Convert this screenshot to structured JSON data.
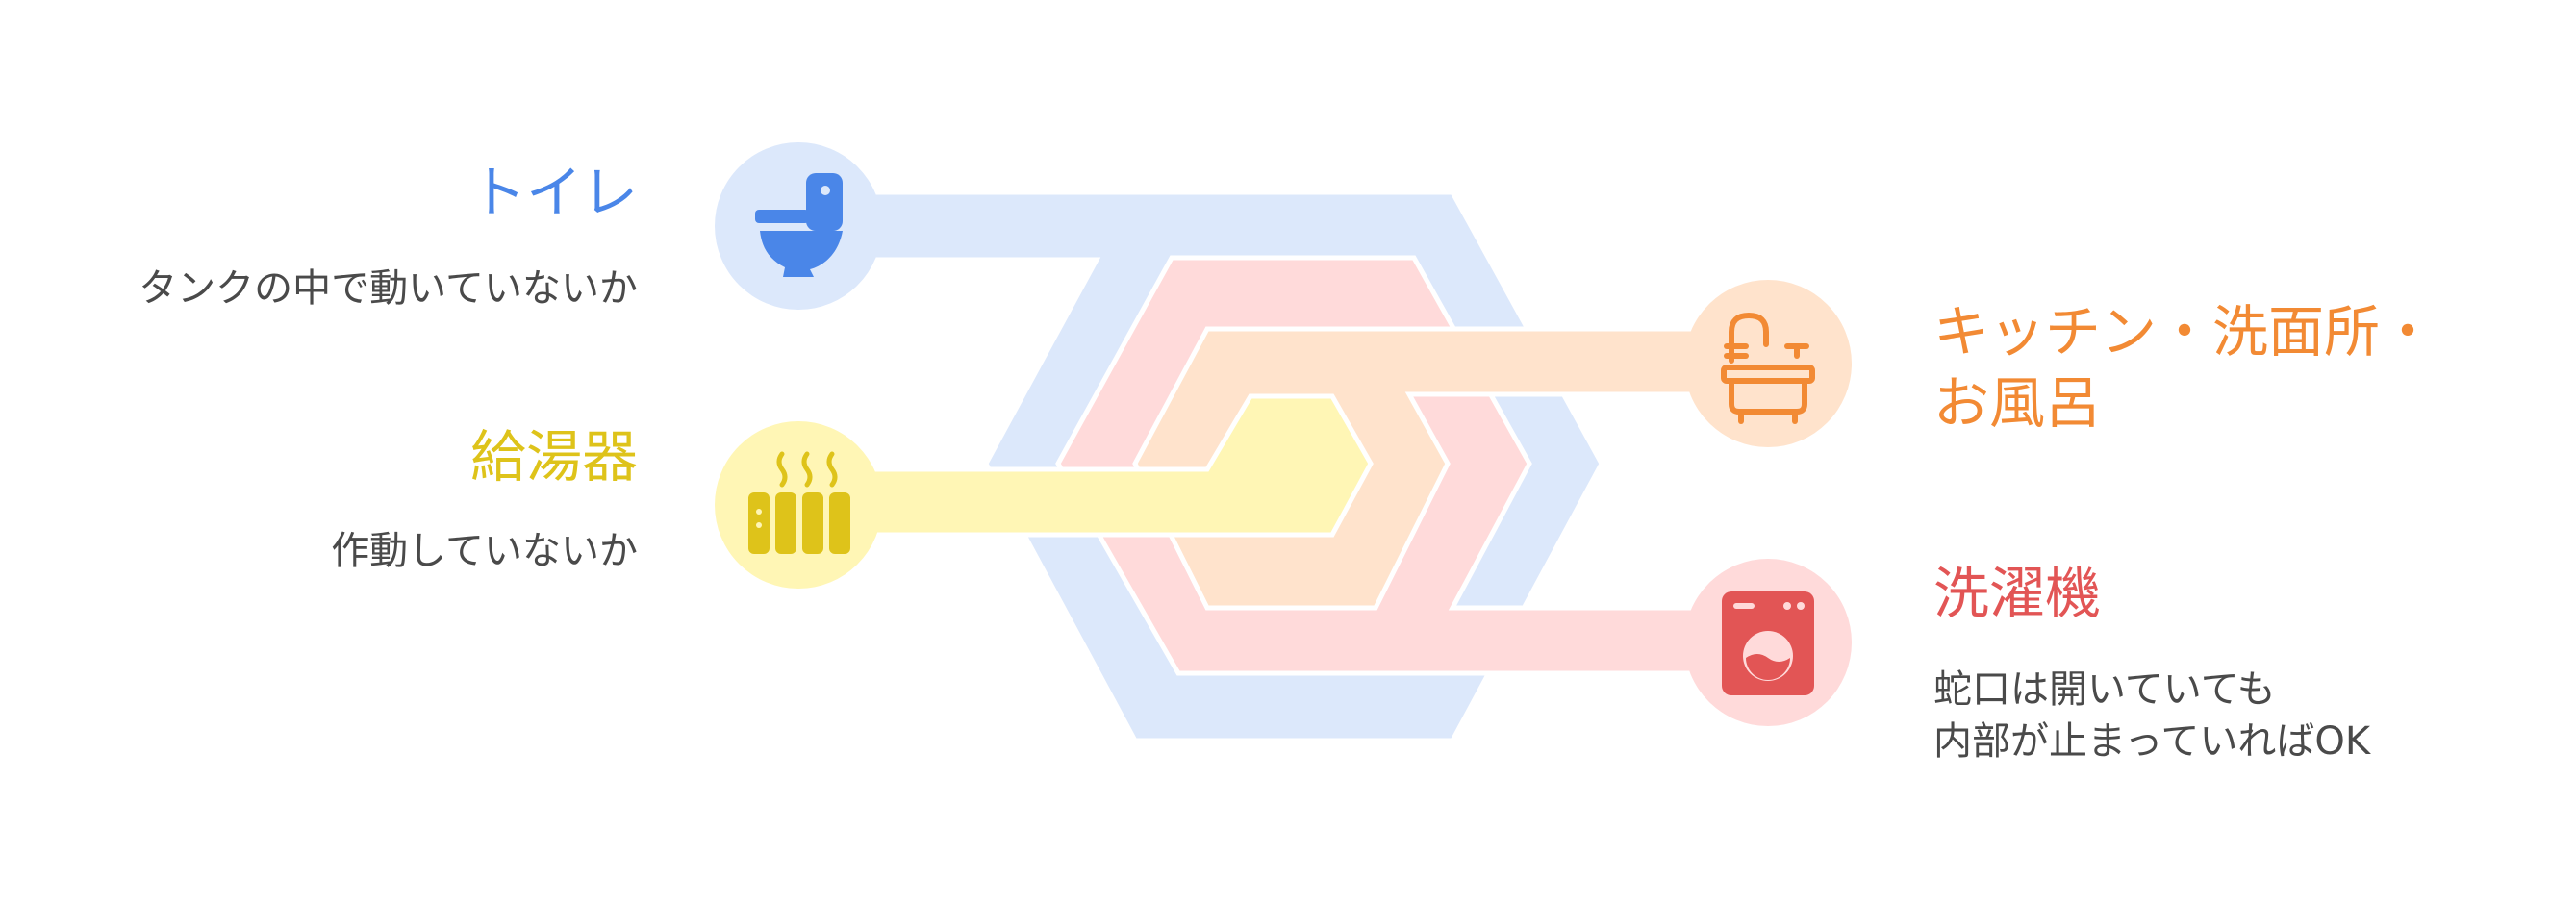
{
  "colors": {
    "toilet": "#4A86E8",
    "toilet_light": "#DCE8FB",
    "water_heater": "#DEC31A",
    "water_heater_light": "#FFF6B5",
    "kitchen": "#F28A34",
    "kitchen_light": "#FFE3CC",
    "washer": "#E25555",
    "washer_light": "#FFDADA",
    "text": "#4A4A4A"
  },
  "items": [
    {
      "id": "toilet",
      "title": "トイレ",
      "desc_lines": [
        "タンクの中で動いていないか"
      ],
      "icon": "toilet-icon"
    },
    {
      "id": "water_heater",
      "title": "給湯器",
      "desc_lines": [
        "作動していないか"
      ],
      "icon": "radiator-icon"
    },
    {
      "id": "kitchen",
      "title_lines": [
        "キッチン・洗面所・",
        "お風呂"
      ],
      "icon": "sink-icon"
    },
    {
      "id": "washer",
      "title": "洗濯機",
      "desc_lines": [
        "蛇口は開いていても",
        "内部が止まっていればOK"
      ],
      "icon": "washing-machine-icon"
    }
  ]
}
